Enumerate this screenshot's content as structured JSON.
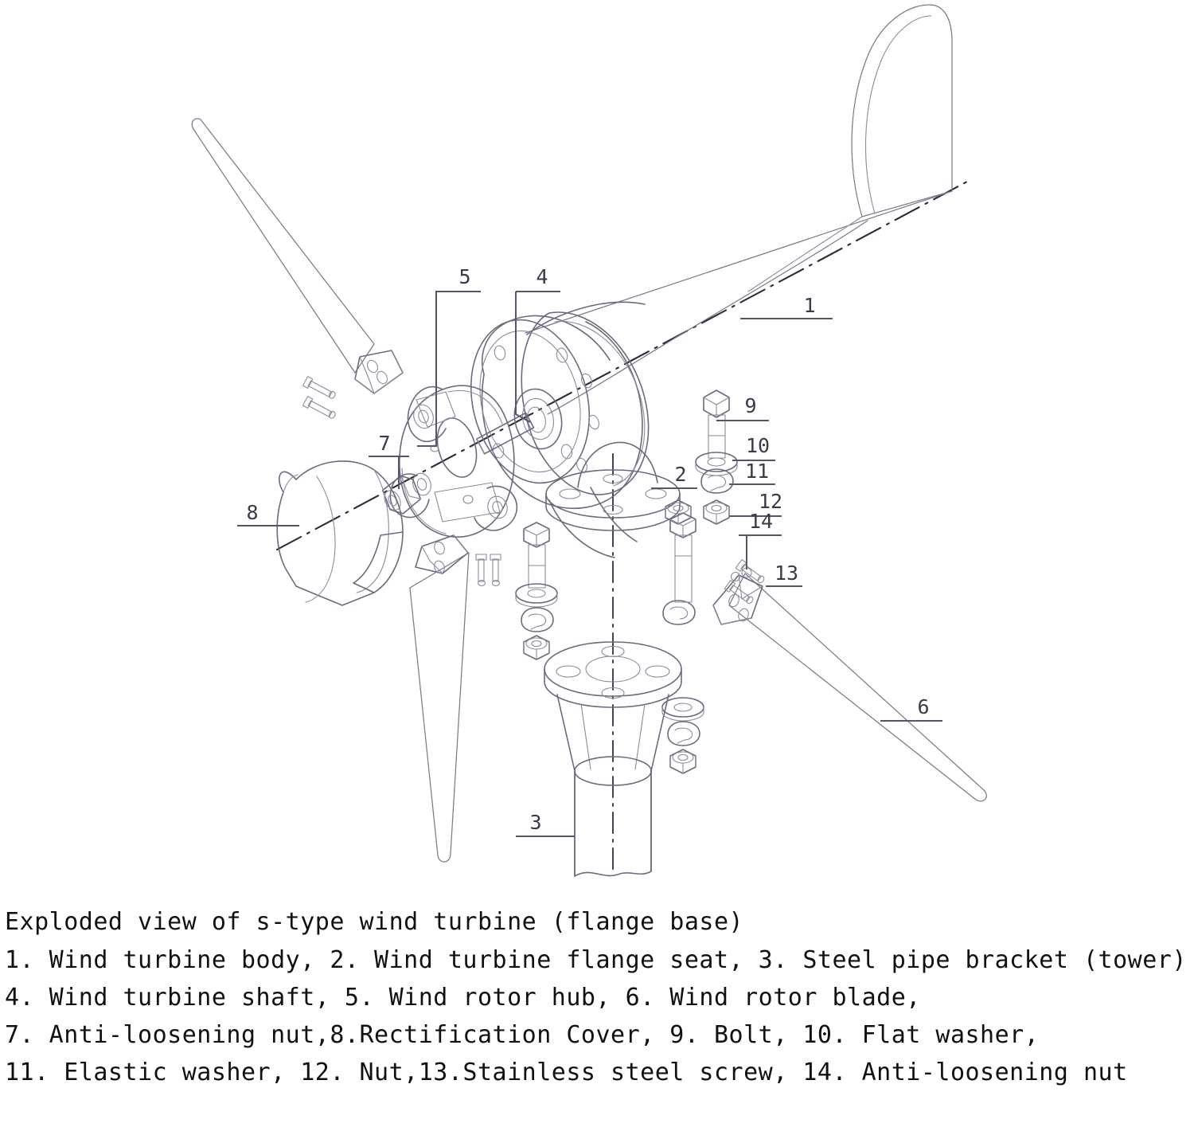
{
  "figure": {
    "title": "Exploded view of s-type wind turbine (flange base)",
    "caption_lines": [
      "Exploded view of s-type wind turbine (flange base)",
      "1. Wind turbine body, 2. Wind turbine flange seat, 3. Steel pipe bracket (tower)",
      "4. Wind turbine shaft, 5. Wind rotor hub, 6. Wind rotor blade,",
      "7. Anti-loosening nut,8.Rectification Cover, 9. Bolt, 10. Flat washer,",
      "11. Elastic washer, 12. Nut,13.Stainless steel screw, 14. Anti-loosening nut"
    ],
    "legend": [
      {
        "number": "1",
        "name": "Wind turbine body"
      },
      {
        "number": "2",
        "name": "Wind turbine flange seat"
      },
      {
        "number": "3",
        "name": "Steel pipe bracket (tower)"
      },
      {
        "number": "4",
        "name": "Wind turbine shaft"
      },
      {
        "number": "5",
        "name": "Wind rotor hub"
      },
      {
        "number": "6",
        "name": "Wind rotor blade"
      },
      {
        "number": "7",
        "name": "Anti-loosening nut"
      },
      {
        "number": "8",
        "name": "Rectification Cover"
      },
      {
        "number": "9",
        "name": "Bolt"
      },
      {
        "number": "10",
        "name": "Flat washer"
      },
      {
        "number": "11",
        "name": "Elastic washer"
      },
      {
        "number": "12",
        "name": "Nut"
      },
      {
        "number": "13",
        "name": "Stainless steel screw"
      },
      {
        "number": "14",
        "name": "Anti-loosening nut"
      }
    ],
    "callouts": {
      "c1": "1",
      "c2": "2",
      "c3": "3",
      "c4": "4",
      "c5": "5",
      "c6": "6",
      "c7": "7",
      "c8": "8",
      "c9": "9",
      "c10": "10",
      "c11": "11",
      "c12": "12",
      "c13": "13",
      "c14": "14"
    },
    "colors": {
      "background": "#ffffff",
      "outline": "#6b6b80",
      "thin_outline": "#8b8b9c",
      "centerline": "#2a2a3a",
      "leader": "#56566a",
      "label_text": "#3a3a4a",
      "metal_shade": "#8a8aa8",
      "caption_text": "#111111"
    }
  }
}
